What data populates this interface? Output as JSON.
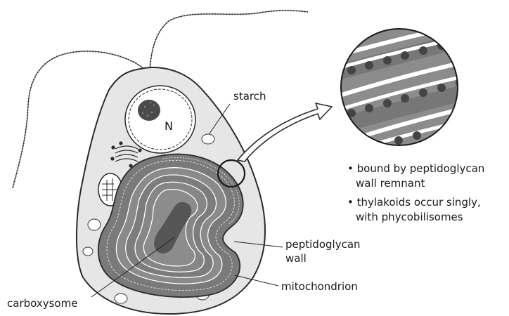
{
  "labels": {
    "starch": "starch",
    "nucleus": "N",
    "peptidoglycan_line1": "peptidoglycan",
    "peptidoglycan_line2": "wall",
    "mitochondrion": "mitochondrion",
    "carboxysome": "carboxysome"
  },
  "notes": [
    {
      "line1": "• bound by peptidoglycan",
      "line2": "wall remnant"
    },
    {
      "line1": "• thylakoids occur singly,",
      "line2": "with phycobilisomes"
    }
  ],
  "colors": {
    "cell_fill": "#e6e6e6",
    "outline": "#2b2b2b",
    "chloroplast_dark": "#6e6e6e",
    "chloroplast_mid": "#9a9a9a",
    "carboxysome": "#5e5e5e",
    "starch": "#ffffff"
  }
}
